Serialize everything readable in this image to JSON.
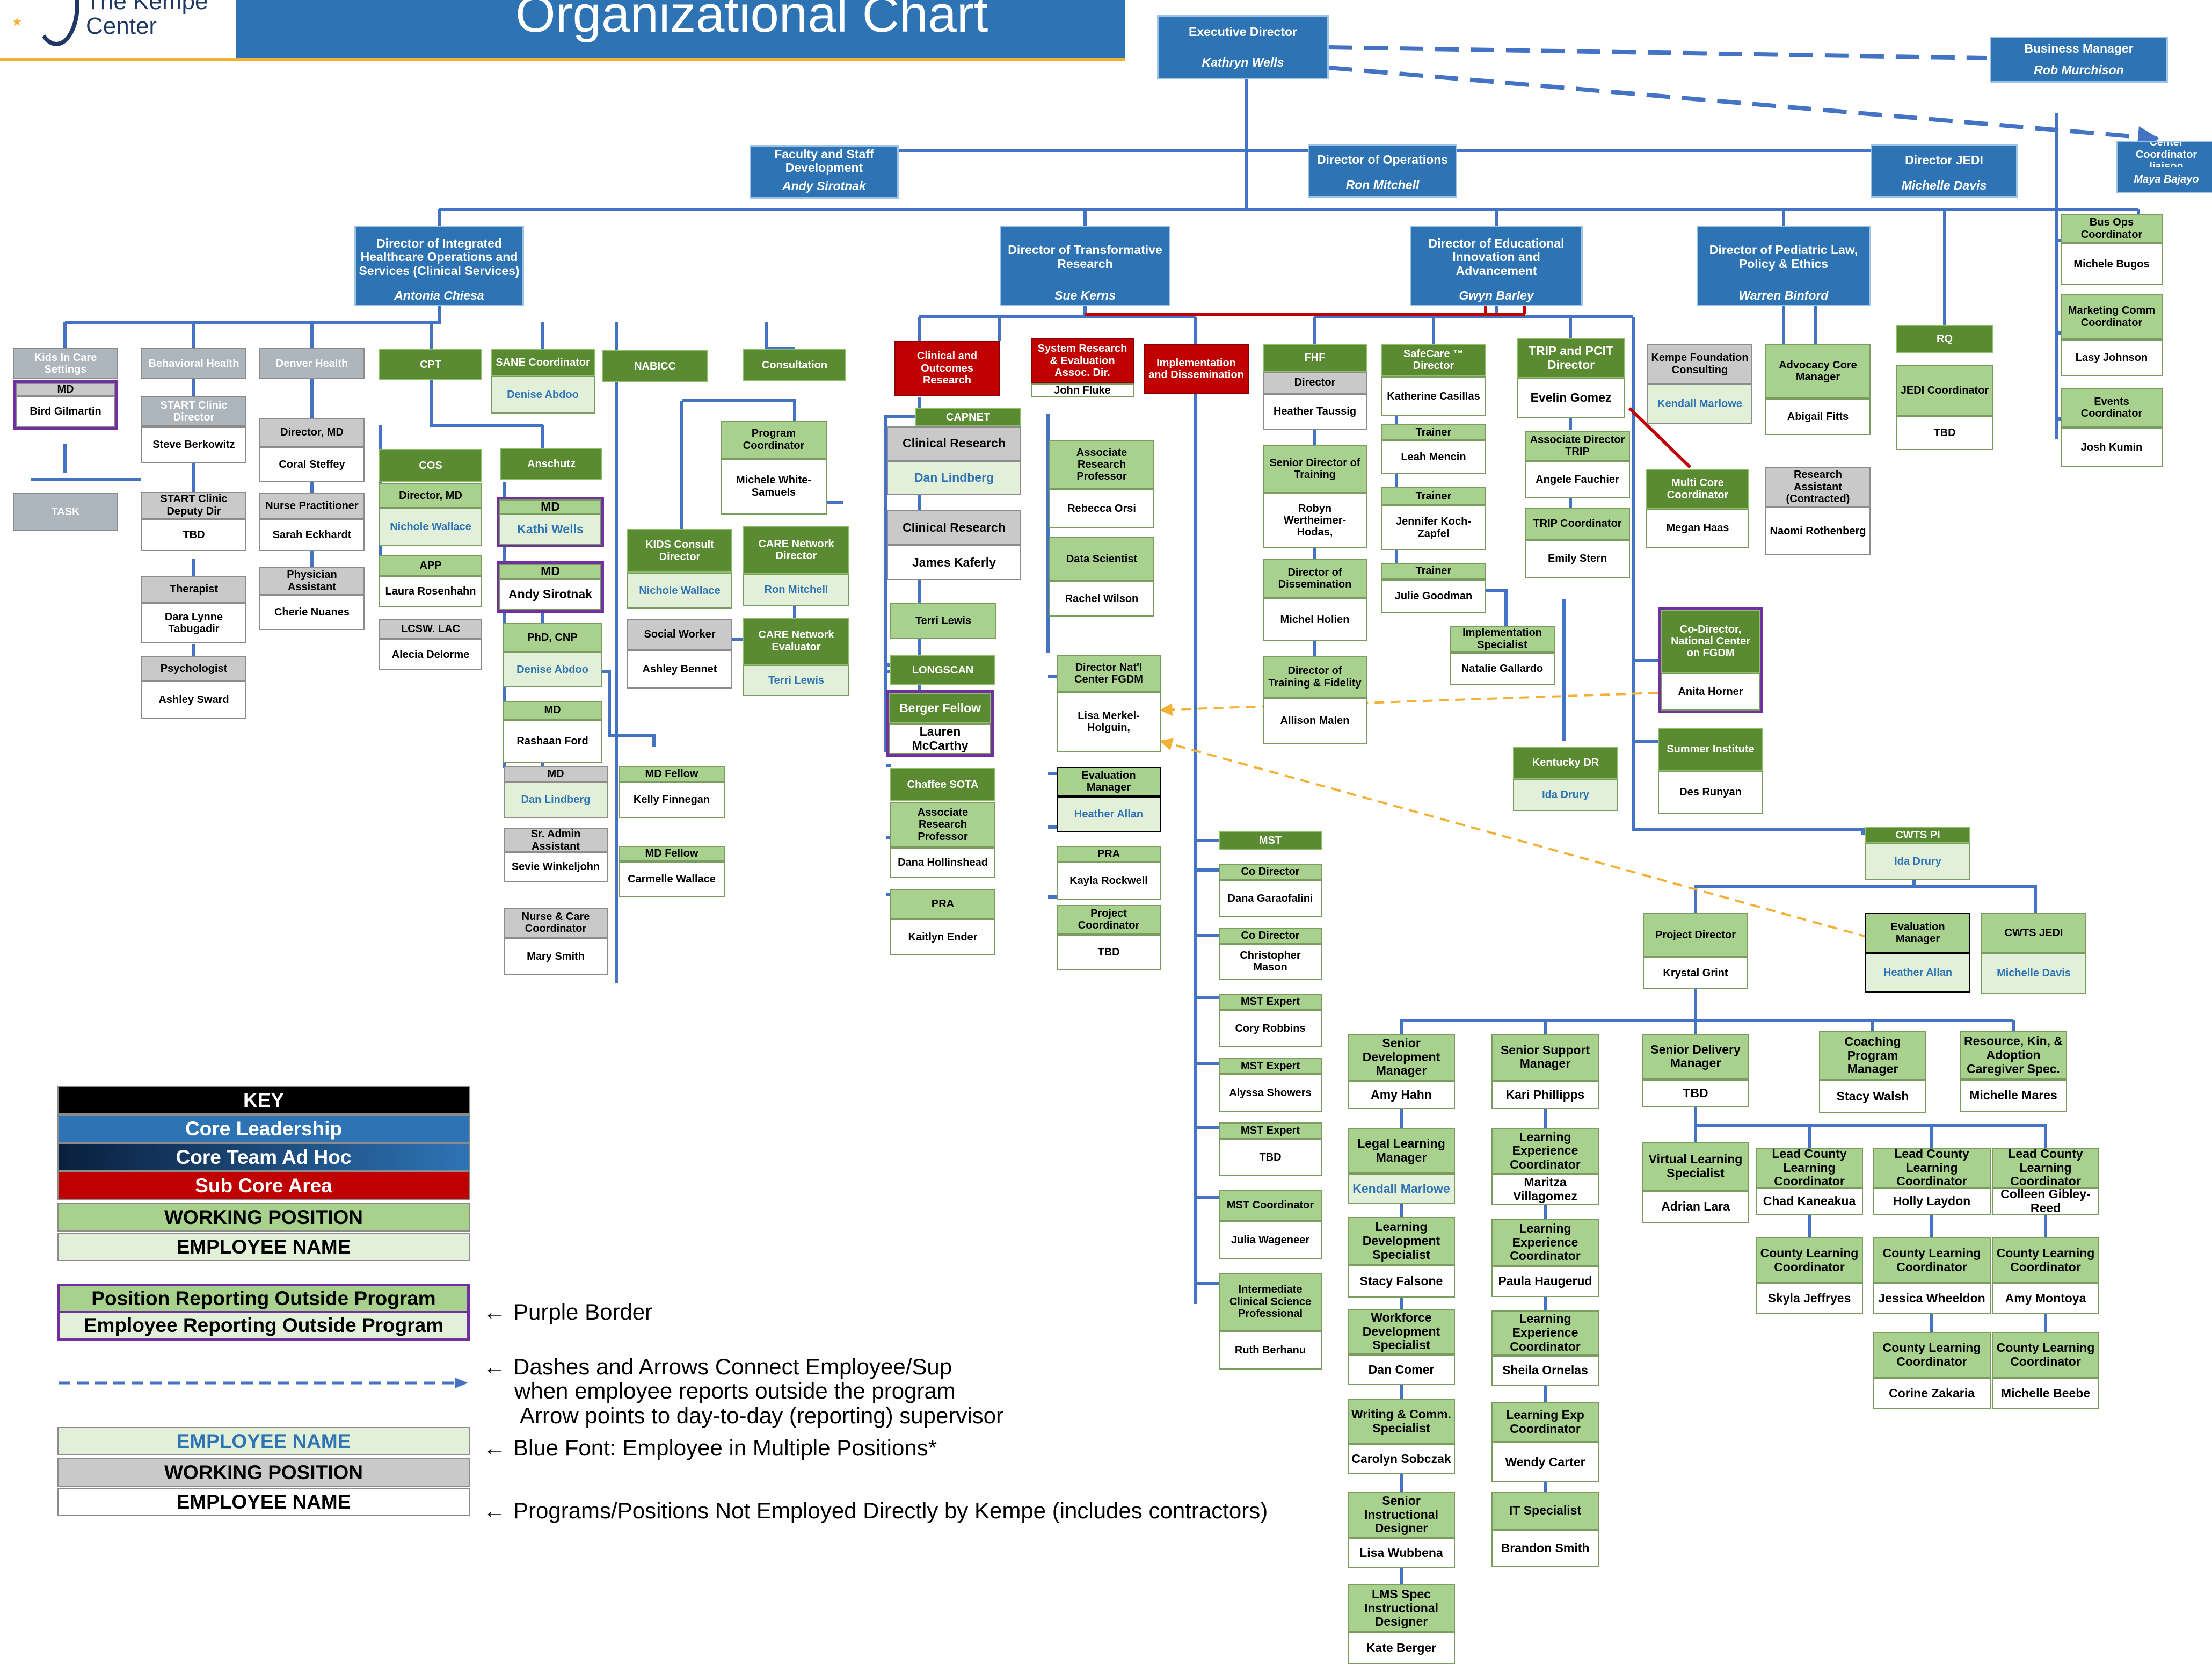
{
  "header": {
    "logo_text": "The Kempe",
    "logo_text2": "Center",
    "title": "Organizational Chart"
  },
  "nodes": [
    {
      "id": "exec",
      "type": "blue",
      "pos": "Executive Director",
      "name": "Kathryn Wells",
      "nameItalic": false
    },
    {
      "id": "busmgr",
      "type": "blue",
      "pos": "Business Manager",
      "name": "Rob Murchison",
      "nameItalic": false
    },
    {
      "id": "cclia",
      "type": "blue",
      "pos": "Center Coordinator liaison",
      "name": "Maya Bajayo",
      "nameItalic": false
    },
    {
      "id": "faculty",
      "type": "blue",
      "pos": "Faculty and Staff Development",
      "name": "Andy Sirotnak",
      "nameItalic": false
    },
    {
      "id": "dirops",
      "type": "blue",
      "pos": "Director of Operations",
      "name": "Ron Mitchell",
      "nameItalic": false
    },
    {
      "id": "dirjedi",
      "type": "blue",
      "pos": "Director JEDI",
      "name": "Michelle Davis",
      "nameItalic": true
    },
    {
      "id": "dirihos",
      "type": "blue",
      "pos": "Director of Integrated Healthcare Operations and Services (Clinical Services)",
      "name": "Antonia Chiesa",
      "nameItalic": true
    },
    {
      "id": "dirtr",
      "type": "blue",
      "pos": "Director of Transformative Research",
      "name": "Sue Kerns",
      "nameItalic": true
    },
    {
      "id": "direia",
      "type": "blue",
      "pos": "Director of Educational Innovation and Advancement",
      "name": "Gwyn Barley",
      "nameItalic": true
    },
    {
      "id": "dirplpe",
      "type": "blue",
      "pos": "Director of Pediatric Law, Policy & Ethics",
      "name": "Warren Binford",
      "nameItalic": true
    },
    {
      "id": "busops",
      "type": "light",
      "pos": "Bus Ops Coordinator",
      "name": "Michele Bugos"
    },
    {
      "id": "mktg",
      "type": "light",
      "pos": "Marketing Comm Coordinator",
      "name": "Lasy Johnson"
    },
    {
      "id": "events",
      "type": "light",
      "pos": "Events Coordinator",
      "name": "Josh Kumin"
    },
    {
      "id": "kidsincare",
      "type": "gray2",
      "pos": "Kids In Care Settings"
    },
    {
      "id": "kidsmd",
      "type": "gray",
      "pos": "MD",
      "name": "Bird Gilmartin",
      "purple": true
    },
    {
      "id": "task",
      "type": "gray2",
      "pos": "TASK"
    },
    {
      "id": "behav",
      "type": "gray2",
      "pos": "Behavioral Health"
    },
    {
      "id": "startdir",
      "type": "gray2",
      "pos": "START Clinic Director",
      "name": "Steve Berkowitz"
    },
    {
      "id": "startdep",
      "type": "gray",
      "pos": "START Clinic Deputy Dir",
      "name": "TBD"
    },
    {
      "id": "therapist",
      "type": "gray",
      "pos": "Therapist",
      "name": "Dara Lynne Tabugadir"
    },
    {
      "id": "psych",
      "type": "gray",
      "pos": "Psychologist",
      "name": "Ashley Sward"
    },
    {
      "id": "denver",
      "type": "gray2",
      "pos": "Denver Health"
    },
    {
      "id": "dirmd",
      "type": "gray",
      "pos": "Director, MD",
      "name": "Coral Steffey"
    },
    {
      "id": "nursep",
      "type": "gray",
      "pos": "Nurse Practitioner",
      "name": "Sarah Eckhardt"
    },
    {
      "id": "physasst",
      "type": "gray",
      "pos": "Physician Assistant",
      "name": "Cherie Nuanes"
    },
    {
      "id": "cpt",
      "type": "green",
      "pos": "CPT"
    },
    {
      "id": "cos",
      "type": "green",
      "pos": "COS"
    },
    {
      "id": "cosdir",
      "type": "light",
      "pos": "Director, MD",
      "name": "Nichole Wallace",
      "blue": true
    },
    {
      "id": "app",
      "type": "light",
      "pos": "APP",
      "name": "Laura Rosenhahn"
    },
    {
      "id": "lcsw",
      "type": "gray",
      "pos": "LCSW. LAC",
      "name": "Alecia Delorme"
    },
    {
      "id": "sane",
      "type": "green",
      "pos": "SANE Coordinator",
      "name": "Denise Abdoo",
      "blue": true
    },
    {
      "id": "anschutz",
      "type": "green",
      "pos": "Anschutz"
    },
    {
      "id": "ansmd1",
      "type": "light",
      "pos": "MD",
      "name": "Kathi Wells",
      "blue": true,
      "purple": true
    },
    {
      "id": "ansmd2",
      "type": "light",
      "pos": "MD",
      "name": "Andy Sirotnak",
      "purple": true
    },
    {
      "id": "phdcnp",
      "type": "light",
      "pos": "PhD, CNP",
      "name": "Denise Abdoo",
      "blue": true
    },
    {
      "id": "ansmd3",
      "type": "light",
      "pos": "MD",
      "name": "Rashaan Ford"
    },
    {
      "id": "ansmd4",
      "type": "gray",
      "pos": "MD",
      "name": "Dan Lindberg",
      "blue": true
    },
    {
      "id": "sradmin",
      "type": "gray",
      "pos": "Sr. Admin Assistant",
      "name": "Sevie Winkeljohn"
    },
    {
      "id": "nursecare",
      "type": "gray",
      "pos": "Nurse & Care Coordinator",
      "name": "Mary Smith"
    },
    {
      "id": "mdfel1",
      "type": "light",
      "pos": "MD Fellow",
      "name": "Kelly Finnegan"
    },
    {
      "id": "mdfel2",
      "type": "light",
      "pos": "MD Fellow",
      "name": "Carmelle Wallace"
    },
    {
      "id": "nabicc",
      "type": "green",
      "pos": "NABICC"
    },
    {
      "id": "kidsconsult",
      "type": "green",
      "pos": "KIDS Consult Director",
      "name": "Nichole Wallace",
      "blue": true
    },
    {
      "id": "socialw",
      "type": "gray",
      "pos": "Social Worker",
      "name": "Ashley Bennet"
    },
    {
      "id": "consult",
      "type": "green",
      "pos": "Consultation"
    },
    {
      "id": "progcoord",
      "type": "light",
      "pos": "Program Coordinator",
      "name": "Michele White-Samuels"
    },
    {
      "id": "carenetdir",
      "type": "green",
      "pos": "CARE Network Director",
      "name": "Ron Mitchell",
      "blue": true
    },
    {
      "id": "carenetev",
      "type": "green",
      "pos": "CARE Network Evaluator",
      "name": "Terri Lewis",
      "blue": true
    },
    {
      "id": "clinout",
      "type": "red",
      "pos": "Clinical and Outcomes Research"
    },
    {
      "id": "capnet",
      "type": "green",
      "pos": "CAPNET"
    },
    {
      "id": "clinres1",
      "type": "gray",
      "pos": "Clinical Research",
      "name": "Dan Lindberg",
      "blue": true
    },
    {
      "id": "clinres2",
      "type": "gray",
      "pos": "Clinical Research",
      "name": "James Kaferly"
    },
    {
      "id": "terri",
      "type": "light",
      "pos": "Terri Lewis"
    },
    {
      "id": "longscan",
      "type": "green",
      "pos": "LONGSCAN"
    },
    {
      "id": "berger",
      "type": "green",
      "pos": "Berger Fellow",
      "name": "Lauren McCarthy",
      "purple": true
    },
    {
      "id": "chaffee",
      "type": "green",
      "pos": "Chaffee SOTA"
    },
    {
      "id": "assocres1",
      "type": "light",
      "pos": "Associate Research Professor",
      "name": "Dana Hollinshead"
    },
    {
      "id": "pra1",
      "type": "light",
      "pos": "PRA",
      "name": "Kaitlyn Ender"
    },
    {
      "id": "sysres",
      "type": "red",
      "pos": "System Research & Evaluation Assoc. Dir.",
      "name": "John Fluke"
    },
    {
      "id": "assocres2",
      "type": "light",
      "pos": "Associate Research Professor",
      "name": "Rebecca Orsi"
    },
    {
      "id": "datasci",
      "type": "light",
      "pos": "Data Scientist",
      "name": "Rachel Wilson"
    },
    {
      "id": "dirnat",
      "type": "light",
      "pos": "Director Nat'l Center FGDM",
      "name": "Lisa Merkel-Holguin,"
    },
    {
      "id": "evalmgr1",
      "type": "light",
      "pos": "Evaluation Manager",
      "name": "Heather Allan",
      "blue": true,
      "black": true
    },
    {
      "id": "pra2",
      "type": "light",
      "pos": "PRA",
      "name": "Kayla Rockwell"
    },
    {
      "id": "projcoord",
      "type": "light",
      "pos": "Project Coordinator",
      "name": "TBD"
    },
    {
      "id": "impl",
      "type": "red",
      "pos": "Implementation and Dissemination"
    },
    {
      "id": "mst",
      "type": "green",
      "pos": "MST"
    },
    {
      "id": "codir1",
      "type": "light",
      "pos": "Co Director",
      "name": "Dana Garaofalini"
    },
    {
      "id": "codir2",
      "type": "light",
      "pos": "Co Director",
      "name": "Christopher Mason"
    },
    {
      "id": "mstexp1",
      "type": "light",
      "pos": "MST Expert",
      "name": "Cory Robbins"
    },
    {
      "id": "mstexp2",
      "type": "light",
      "pos": "MST Expert",
      "name": "Alyssa Showers"
    },
    {
      "id": "mstexp3",
      "type": "light",
      "pos": "MST Expert",
      "name": "TBD"
    },
    {
      "id": "mstcoord",
      "type": "light",
      "pos": "MST Coordinator",
      "name": "Julia Wageneer"
    },
    {
      "id": "intclin",
      "type": "light",
      "pos": "Intermediate Clinical Science Professional",
      "name": "Ruth Berhanu"
    },
    {
      "id": "fhf",
      "type": "green",
      "pos": "FHF"
    },
    {
      "id": "fhfdir",
      "type": "gray",
      "pos": "Director",
      "name": "Heather Taussig"
    },
    {
      "id": "srdirtrain",
      "type": "light",
      "pos": "Senior Director of Training",
      "name": "Robyn Wertheimer-Hodas,"
    },
    {
      "id": "dirdiss",
      "type": "light",
      "pos": "Director of Dissemination",
      "name": "Michel Holien"
    },
    {
      "id": "dirtrfid",
      "type": "light",
      "pos": "Director of Training & Fidelity",
      "name": "Allison Malen"
    },
    {
      "id": "safecare",
      "type": "green",
      "pos": "SafeCare ™ Director",
      "name": "Katherine Casillas"
    },
    {
      "id": "trainer1",
      "type": "light",
      "pos": "Trainer",
      "name": "Leah Mencin"
    },
    {
      "id": "trainer2",
      "type": "light",
      "pos": "Trainer",
      "name": "Jennifer Koch-Zapfel"
    },
    {
      "id": "trainer3",
      "type": "light",
      "pos": "Trainer",
      "name": "Julie Goodman"
    },
    {
      "id": "implspec",
      "type": "light",
      "pos": "Implementation Specialist",
      "name": "Natalie Gallardo"
    },
    {
      "id": "trip",
      "type": "green",
      "pos": "TRIP and PCIT Director",
      "name": "Evelin Gomez"
    },
    {
      "id": "assocdirtrip",
      "type": "light",
      "pos": "Associate Director TRIP",
      "name": "Angele Fauchier"
    },
    {
      "id": "tripcoord",
      "type": "light",
      "pos": "TRIP Coordinator",
      "name": "Emily Stern"
    },
    {
      "id": "kentuckydr",
      "type": "green",
      "pos": "Kentucky DR",
      "name": "Ida Drury",
      "blue": true
    },
    {
      "id": "codirnat",
      "type": "green",
      "pos": "Co-Director, National Center on FGDM",
      "name": "Anita Horner",
      "purple": true
    },
    {
      "id": "summer",
      "type": "green",
      "pos": "Summer Institute",
      "name": "Des Runyan"
    },
    {
      "id": "kempefound",
      "type": "gray",
      "pos": "Kempe Foundation Consulting",
      "name": "Kendall Marlowe",
      "blue": true
    },
    {
      "id": "advocacy",
      "type": "light",
      "pos": "Advocacy Core Manager",
      "name": "Abigail Fitts"
    },
    {
      "id": "multicore",
      "type": "green",
      "pos": "Multi Core Coordinator",
      "name": "Megan Haas"
    },
    {
      "id": "resasst",
      "type": "gray",
      "pos": "Research Assistant (Contracted)",
      "name": "Naomi Rothenberg"
    },
    {
      "id": "rq",
      "type": "green",
      "pos": "RQ"
    },
    {
      "id": "jedicoord",
      "type": "light",
      "pos": "JEDI Coordinator",
      "name": "TBD"
    },
    {
      "id": "cwtspi",
      "type": "green",
      "pos": "CWTS PI",
      "name": "Ida Drury",
      "blue": true
    },
    {
      "id": "projdir",
      "type": "light",
      "pos": "Project Director",
      "name": "Krystal Grint"
    },
    {
      "id": "evalmgr2",
      "type": "light",
      "pos": "Evaluation Manager",
      "name": "Heather Allan",
      "blue": true,
      "black": true
    },
    {
      "id": "cwtsjedi",
      "type": "light",
      "pos": "CWTS JEDI",
      "name": "Michelle Davis",
      "blue": true
    },
    {
      "id": "srdevmgr",
      "type": "light",
      "pos": "Senior Development Manager",
      "name": "Amy Hahn"
    },
    {
      "id": "legallearn",
      "type": "light",
      "pos": "Legal Learning Manager",
      "name": "Kendall Marlowe",
      "blue": true
    },
    {
      "id": "learndev",
      "type": "light",
      "pos": "Learning Development Specialist",
      "name": "Stacy Falsone"
    },
    {
      "id": "workforce",
      "type": "light",
      "pos": "Workforce Development Specialist",
      "name": "Dan Comer"
    },
    {
      "id": "writing",
      "type": "light",
      "pos": "Writing & Comm. Specialist",
      "name": "Carolyn Sobczak"
    },
    {
      "id": "srinstr",
      "type": "light",
      "pos": "Senior Instructional Designer",
      "name": "Lisa Wubbena"
    },
    {
      "id": "lmsspec",
      "type": "light",
      "pos": "LMS Spec Instructional Designer",
      "name": "Kate Berger"
    },
    {
      "id": "srsupmgr",
      "type": "light",
      "pos": "Senior Support Manager",
      "name": "Kari Phillipps"
    },
    {
      "id": "lec1",
      "type": "light",
      "pos": "Learning Experience Coordinator",
      "name": "Maritza Villagomez"
    },
    {
      "id": "lec2",
      "type": "light",
      "pos": "Learning Experience Coordinator",
      "name": "Paula Haugerud"
    },
    {
      "id": "lec3",
      "type": "light",
      "pos": "Learning Experience Coordinator",
      "name": "Sheila Ornelas"
    },
    {
      "id": "lec4",
      "type": "light",
      "pos": "Learning Exp Coordinator",
      "name": "Wendy Carter"
    },
    {
      "id": "itspec",
      "type": "light",
      "pos": "IT Specialist",
      "name": "Brandon Smith"
    },
    {
      "id": "srdelmgr",
      "type": "light",
      "pos": "Senior Delivery Manager",
      "name": "TBD"
    },
    {
      "id": "virtual",
      "type": "light",
      "pos": "Virtual Learning Specialist",
      "name": "Adrian Lara"
    },
    {
      "id": "coaching",
      "type": "light",
      "pos": "Coaching Program Manager",
      "name": "Stacy Walsh"
    },
    {
      "id": "resource",
      "type": "light",
      "pos": "Resource, Kin, & Adoption Caregiver Spec.",
      "name": "Michelle Mares"
    },
    {
      "id": "lclc1",
      "type": "light",
      "pos": "Lead County Learning Coordinator",
      "name": "Chad Kaneakua"
    },
    {
      "id": "lclc2",
      "type": "light",
      "pos": "Lead County Learning Coordinator",
      "name": "Holly Laydon"
    },
    {
      "id": "lclc3",
      "type": "light",
      "pos": "Lead County Learning Coordinator",
      "name": "Colleen Gibley-Reed"
    },
    {
      "id": "clc1",
      "type": "light",
      "pos": "County Learning Coordinator",
      "name": "Skyla Jeffryes"
    },
    {
      "id": "clc2",
      "type": "light",
      "pos": "County Learning Coordinator",
      "name": "Jessica Wheeldon"
    },
    {
      "id": "clc3",
      "type": "light",
      "pos": "County Learning Coordinator",
      "name": "Amy Montoya"
    },
    {
      "id": "clc4",
      "type": "light",
      "pos": "County Learning Coordinator",
      "name": "Corine Zakaria"
    },
    {
      "id": "clc5",
      "type": "light",
      "pos": "County Learning Coordinator",
      "name": "Michelle Beebe"
    }
  ],
  "key": {
    "title": "KEY",
    "core_leadership": "Core Leadership",
    "core_team": "Core Team Ad Hoc",
    "sub_core": "Sub Core Area",
    "working_position": "WORKING POSITION",
    "employee_name": "EMPLOYEE NAME",
    "pos_outside": "Position Reporting Outside Program",
    "emp_outside": "Employee Reporting Outside Program",
    "purple_note": "Purple Border",
    "dash_note_1": "Dashes and Arrows Connect Employee/Sup",
    "dash_note_2": "when employee reports outside the program",
    "dash_note_3": "Arrow points to day-to-day (reporting) supervisor",
    "blue_name": "EMPLOYEE NAME",
    "blue_note": "Blue Font:  Employee in Multiple Positions*",
    "gray_position": "WORKING POSITION",
    "gray_name": "EMPLOYEE NAME",
    "gray_note": "Programs/Positions Not Employed Directly by Kempe (includes contractors)",
    "arrow_glyph": "←"
  },
  "colors": {
    "core_blue": "#2e74b5",
    "dark_green": "#5a8a32",
    "light_green": "#a9d18e",
    "red": "#c00000",
    "gray": "#c9c9c9",
    "purple": "#7030a0",
    "dashed_orange": "#f2b134",
    "blue_font": "#2e74b5"
  }
}
